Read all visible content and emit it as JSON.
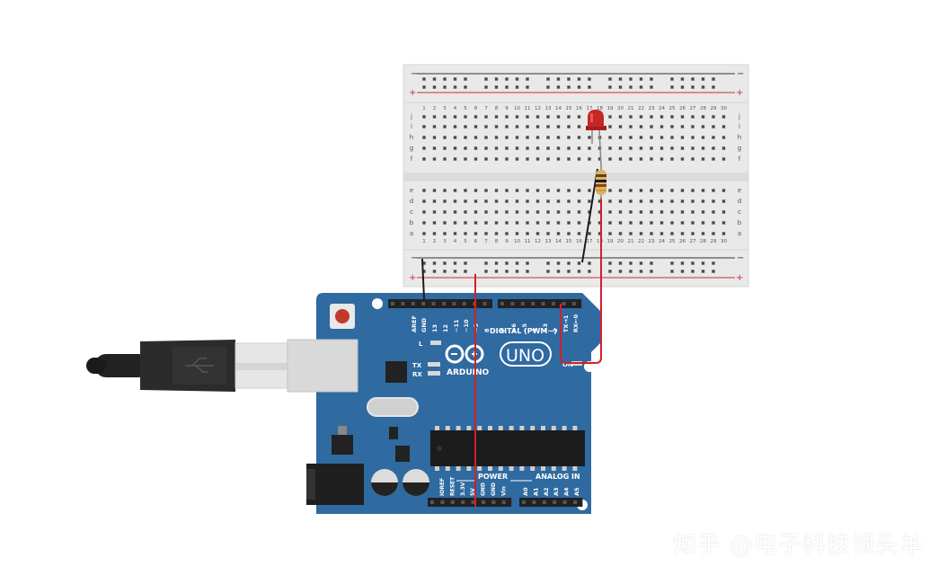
{
  "colors": {
    "breadboard": "#e9e9e9",
    "breadboard_edge": "#d4d4d4",
    "rail_red": "#d42b2b",
    "hole": "#4a4a4a",
    "arduino": "#2f6aa0",
    "arduino_dark": "#1f4f7d",
    "wire_red": "#d4202a",
    "wire_black": "#1a1a1a",
    "header": "#222222",
    "led": "#c72626"
  },
  "breadboard": {
    "rail_minus": "−",
    "rail_plus": "+",
    "rows_top": [
      "j",
      "i",
      "h",
      "g",
      "f"
    ],
    "rows_bottom": [
      "e",
      "d",
      "c",
      "b",
      "a"
    ],
    "column_count": 30
  },
  "arduino": {
    "brand": "ARDUINO",
    "model": "UNO",
    "digital_label": "DIGITAL (PWM~)",
    "power_label": "POWER",
    "analog_label": "ANALOG IN",
    "on_label": "ON",
    "led_labels": [
      "L",
      "TX",
      "RX"
    ],
    "digital_pins": [
      "AREF",
      "GND",
      "13",
      "12",
      "~11",
      "~10",
      "~9",
      "8",
      "7",
      "~6",
      "~5",
      "4",
      "~3",
      "2",
      "TX→1",
      "RX←0"
    ],
    "power_pins": [
      "IOREF",
      "RESET",
      "3.3V",
      "5V",
      "GND",
      "GND",
      "Vin"
    ],
    "analog_pins": [
      "A0",
      "A1",
      "A2",
      "A3",
      "A4",
      "A5"
    ]
  },
  "watermark": "知乎 @电子科技领头羊"
}
